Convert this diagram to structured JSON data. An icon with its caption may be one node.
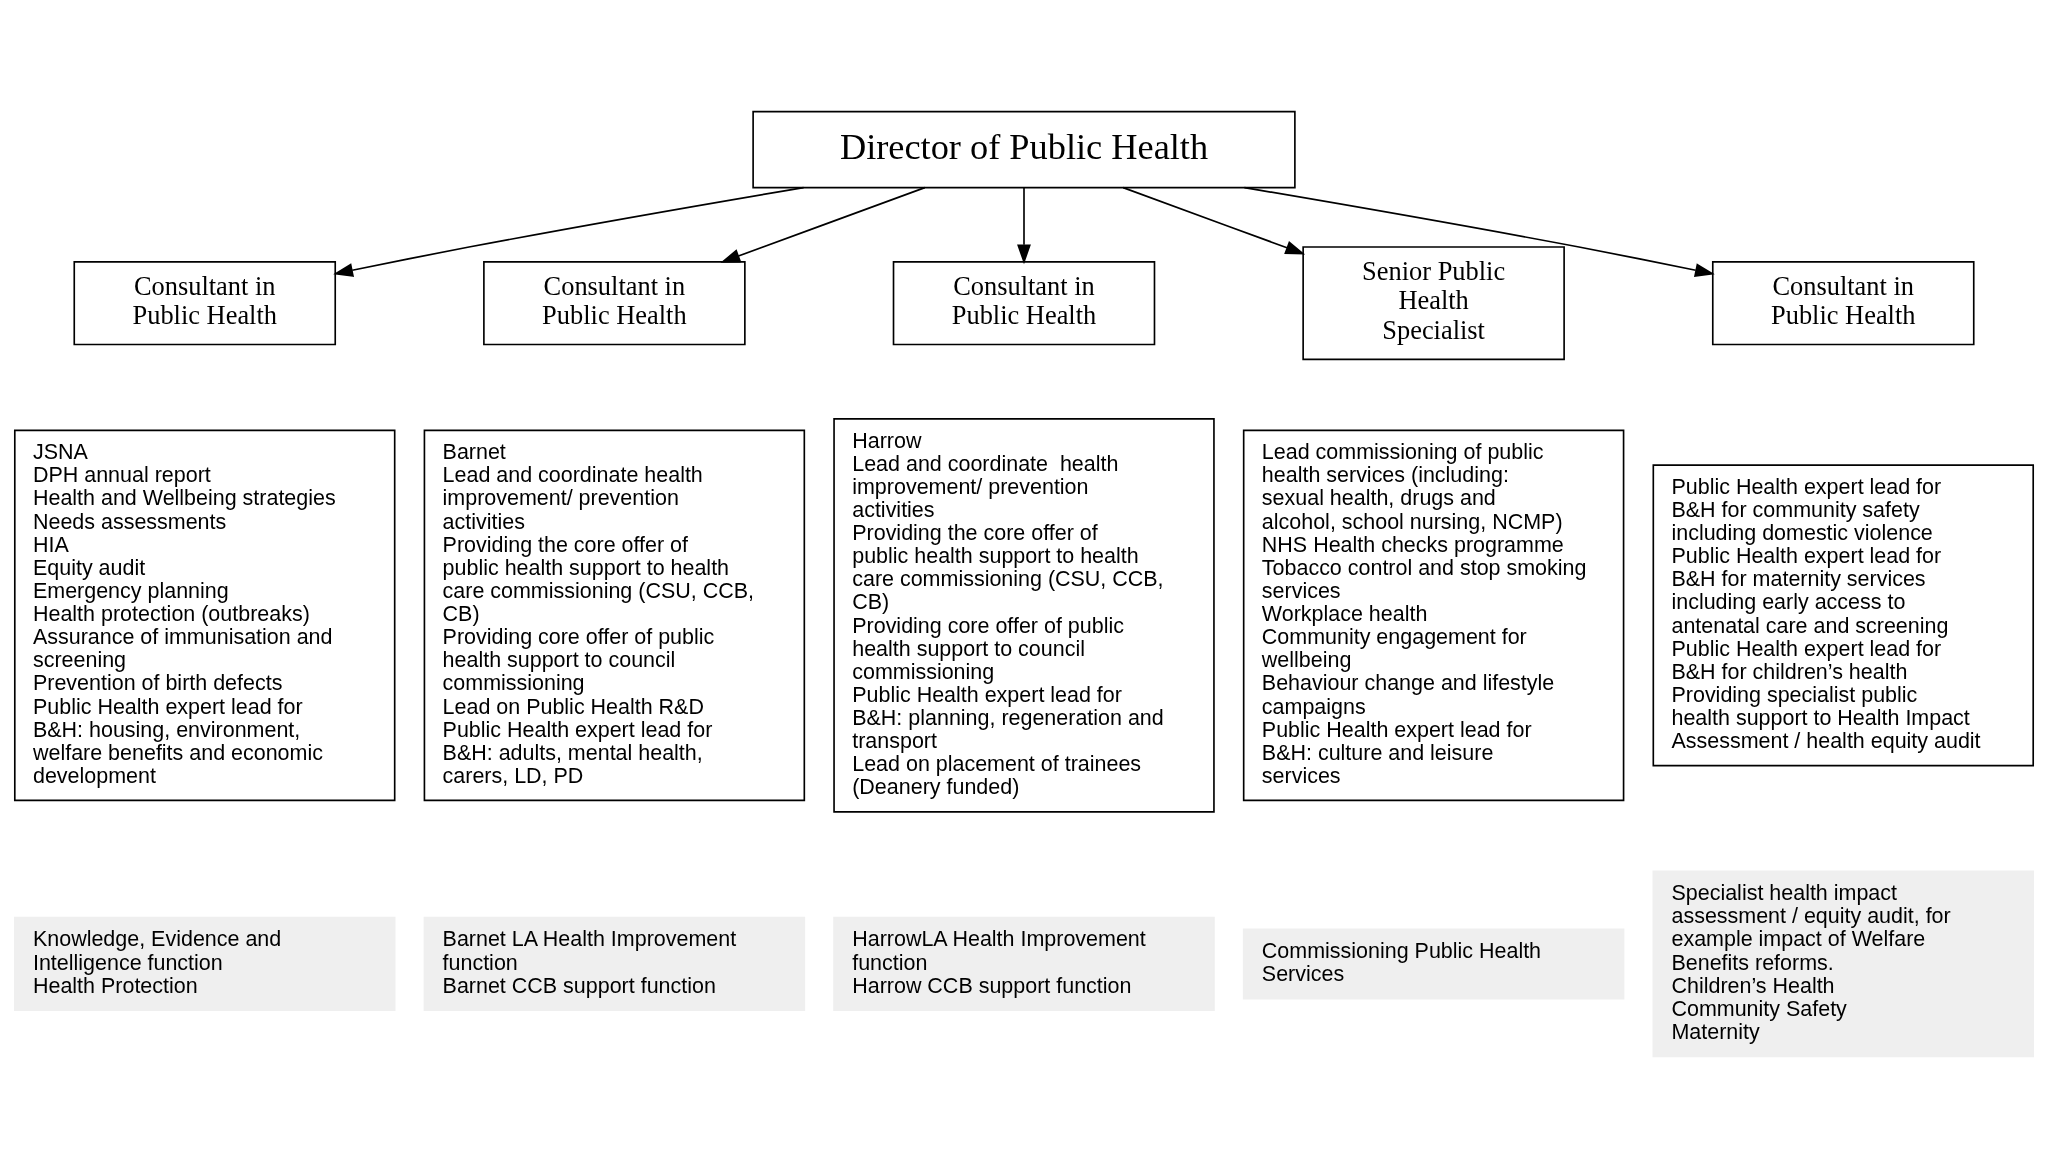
{
  "diagram": {
    "nodes": [
      {
        "text": [
          "Director of Public Health"
        ]
      },
      {
        "text": [
          "Consultant in Public Health"
        ]
      },
      {
        "text": [
          "Consultant in Public Health"
        ]
      },
      {
        "text": [
          "Consultant in Public Health"
        ]
      },
      {
        "text": [
          "Senior Public Health Specialist"
        ]
      },
      {
        "text": [
          "Consultant in Public Health"
        ]
      },
      {
        "text": [
          "JSNA",
          "DPH annual report",
          "Health and Wellbeing strategies",
          "Needs assessments",
          "HIA",
          "Equity audit",
          "Emergency planning",
          "Health protection (outbreaks)",
          "Assurance of immunisation and screening",
          "Prevention of birth defects",
          "Public Health expert lead for B&H: housing, environment, welfare benefits and economic development"
        ]
      },
      {
        "text": [
          "Barnet",
          "Lead and coordinate health improvement/ prevention activities",
          "Providing the core offer of public health support to health care commissioning (CSU, CCB, CB)",
          "Providing core offer of public health support to council commissioning",
          "Lead on Public Health R&D",
          "Public Health expert lead for B&H: adults, mental health, carers, LD, PD"
        ]
      },
      {
        "text": [
          "Harrow",
          "Lead and coordinate  health improvement/ prevention activities",
          "Providing the core offer of public health support to health care commissioning (CSU, CCB, CB)",
          "Providing core offer of public health support to council commissioning",
          "Public Health expert lead for B&H: planning, regeneration and transport",
          "Lead on placement of trainees (Deanery funded)"
        ]
      },
      {
        "text": [
          "Lead commissioning of public health services (including: sexual health, drugs and alcohol, school nursing, NCMP)",
          "NHS Health checks programme",
          "Tobacco control and stop smoking services",
          "Workplace health",
          "Community engagement for wellbeing",
          "Behaviour change and lifestyle campaigns",
          "Public Health expert lead for B&H: culture and leisure services"
        ]
      },
      {
        "text": [
          "Public Health expert lead for B&H for community safety including domestic violence",
          "Public Health expert lead for B&H for maternity services including early access to antenatal care and screening",
          "Public Health expert lead for B&H for children’s health",
          "Providing specialist public health support to Health Impact Assessment / health equity audit"
        ]
      },
      {
        "text": [
          "Knowledge, Evidence and Intelligence function",
          "Health Protection"
        ]
      },
      {
        "text": [
          "Barnet LA Health Improvement function",
          "Barnet CCB support function"
        ]
      },
      {
        "text": [
          "HarrowLA Health Improvement function",
          "Harrow CCB support function"
        ]
      },
      {
        "text": [
          "Commissioning Public Health Services"
        ]
      },
      {
        "text": [
          "Specialist health impact assessment / equity audit, for example impact of Welfare Benefits reforms.",
          "Children’s Health",
          "Community Safety",
          "Maternity"
        ]
      }
    ],
    "edges": [
      {
        "from": 0,
        "to": 1,
        "arrow": "to"
      },
      {
        "from": 0,
        "to": 2,
        "arrow": "to"
      },
      {
        "from": 0,
        "to": 3,
        "arrow": "to"
      },
      {
        "from": 0,
        "to": 4,
        "arrow": "to"
      },
      {
        "from": 0,
        "to": 5,
        "arrow": "to"
      }
    ]
  }
}
